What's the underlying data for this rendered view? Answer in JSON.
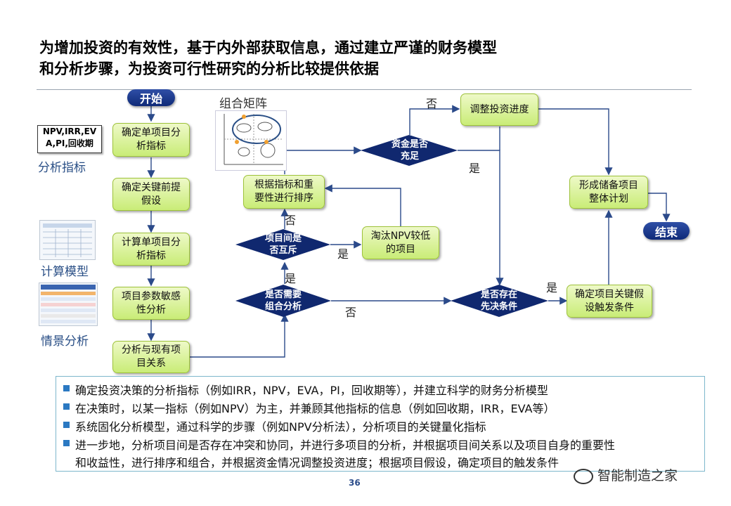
{
  "title": {
    "line1": "为增加投资的有效性，基于内外部获取信息，通过建立严谨的财务模型",
    "line2": "和分析步骤，为投资可行性研究的分析比较提供依据"
  },
  "sidebar": {
    "metrics_box_line1": "NPV,IRR,EV",
    "metrics_box_line2": "A,PI,回收期",
    "metrics_label": "分析指标",
    "calc_model_label": "计算模型",
    "scenario_label": "情景分析"
  },
  "matrix": {
    "label": "组合矩阵"
  },
  "flow": {
    "start": "开始",
    "end": "结束",
    "step1": [
      "确定单项目分",
      "析指标"
    ],
    "step2": [
      "确定关键前提",
      "假设"
    ],
    "step3": [
      "计算单项目分",
      "析指标"
    ],
    "step4": [
      "项目参数敏感",
      "性分析"
    ],
    "step5": [
      "分析与现有项",
      "目关系"
    ],
    "rank": [
      "根据指标和重",
      "要性进行排序"
    ],
    "eliminate": [
      "淘汰NPV较低",
      "的项目"
    ],
    "adjust": "调整投资进度",
    "reserve": [
      "形成储备项目",
      "整体计划"
    ],
    "trigger": [
      "确定项目关键假",
      "设触发条件"
    ],
    "d_funds": [
      "资金是否",
      "充足"
    ],
    "d_mutex": [
      "项目间是",
      "否互斥"
    ],
    "d_combo": [
      "是否需要",
      "组合分析"
    ],
    "d_prereq": [
      "是否存在",
      "先决条件"
    ],
    "yes": "是",
    "no": "否"
  },
  "notes": [
    "确定投资决策的分析指标（例如IRR，NPV，EVA，PI，回收期等），并建立科学的财务分析模型",
    "在决策时，以某一指标（例如NPV）为主，并兼顾其他指标的信息（例如回收期，IRR，EVA等）",
    "系统固化分析模型，通过科学的步骤（例如NPV分析法），分析项目的关键量化指标",
    "进一步地，分析项目间是否存在冲突和协同，并进行多项目的分析，并根据项目间关系以及项目自身的重要性",
    "和收益性，进行排序和组合，并根据资金情况调整投资进度；根据项目假设，确定项目的触发条件"
  ],
  "page_number": "36",
  "watermark": "智能制造之家",
  "colors": {
    "diamond": "#10286f",
    "box_fill": "#d4f08c",
    "arrow": "#2b4a8a",
    "bullet": "#2b79c2"
  }
}
